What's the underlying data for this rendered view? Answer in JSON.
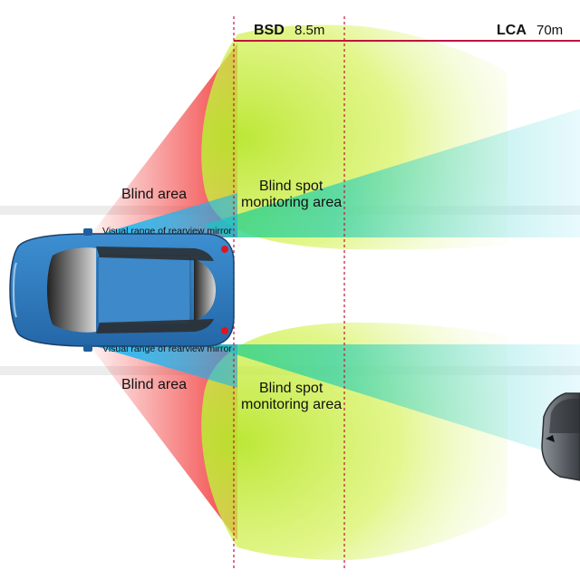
{
  "header": {
    "bsd": {
      "label": "BSD",
      "distance": "8.5m"
    },
    "lca": {
      "label": "LCA",
      "distance": "70m"
    }
  },
  "labels": {
    "blind_area_top": "Blind area",
    "blind_area_bottom": "Blind area",
    "bsm_top_line1": "Blind spot",
    "bsm_top_line2": "monitoring area",
    "bsm_bottom_line1": "Blind spot",
    "bsm_bottom_line2": "monitoring area",
    "mirror_range_top": "Visual range of rearview mirror",
    "mirror_range_bottom": "Visual range of rearview mirror"
  },
  "colors": {
    "blind_area": "#f23b3b",
    "bsd_zone": "#c8ef3a",
    "lca_beam": "#2fc9ea",
    "mirror_cone": "#1ab4f0",
    "marker_line": "#c0143c",
    "ego_car": "#2f7fc3",
    "other_car": "#555a60",
    "road_mark": "#eaeaea"
  },
  "icons": {
    "ego_vehicle": "car-top-view-icon",
    "other_vehicle": "car-rear-icon"
  }
}
